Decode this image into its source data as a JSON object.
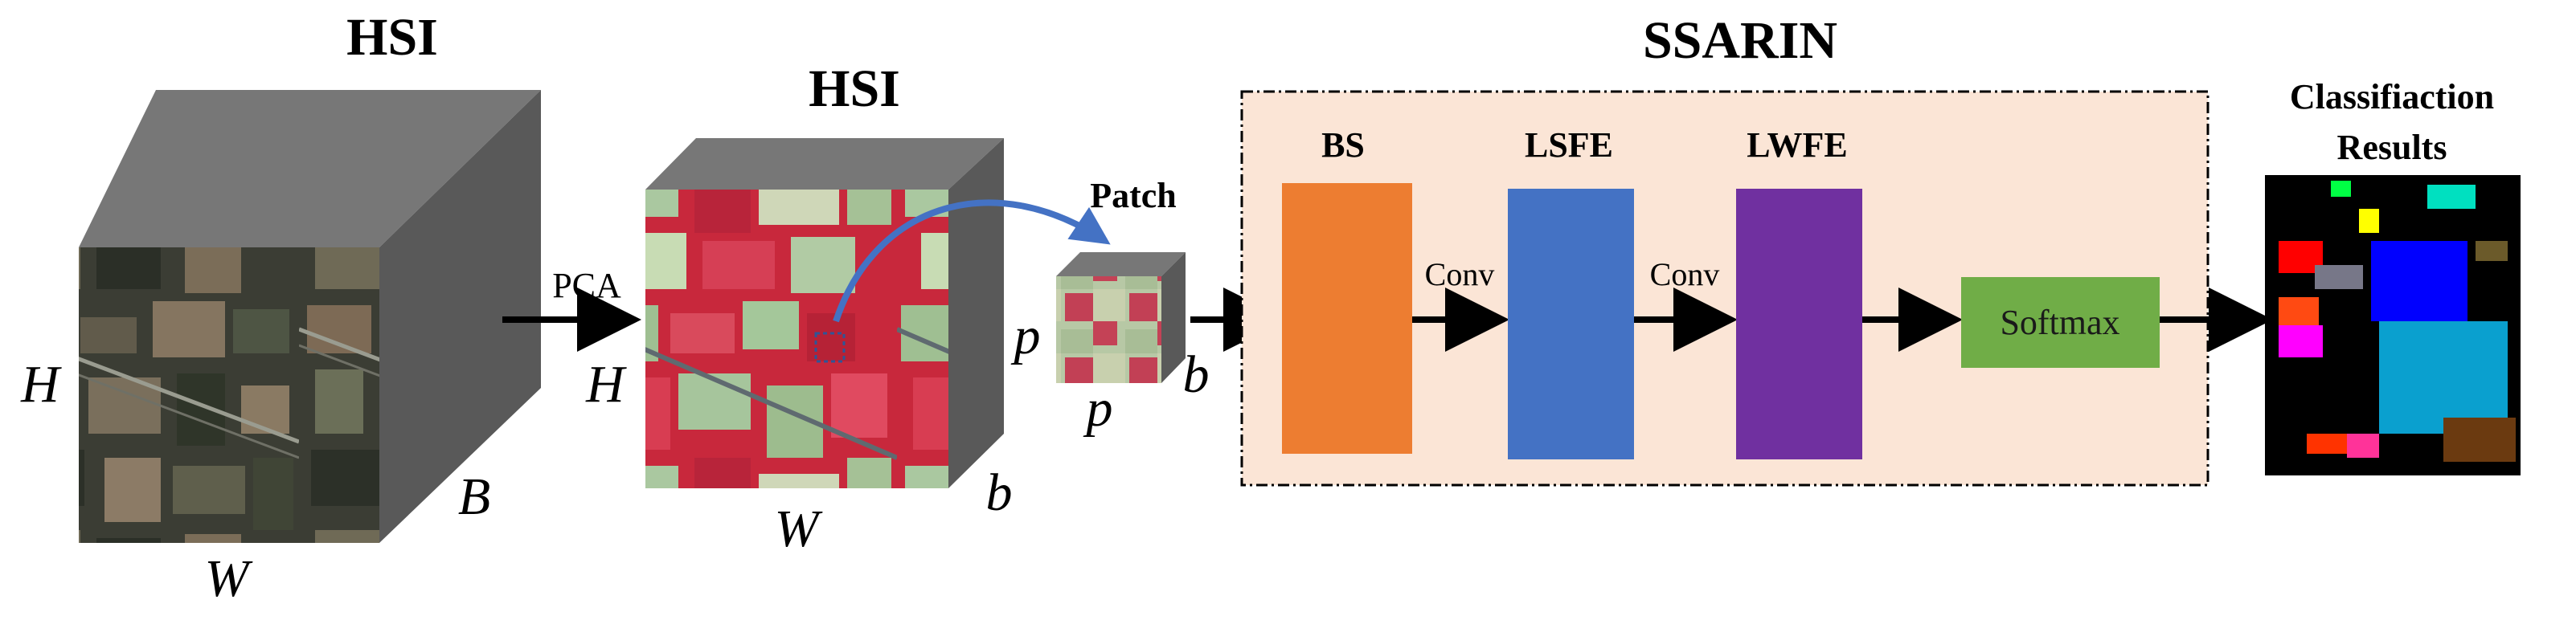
{
  "hsi_input": {
    "title": "HSI",
    "height_label": "H",
    "width_label": "W",
    "band_label": "B"
  },
  "pca_step": {
    "label": "PCA"
  },
  "hsi_reduced": {
    "title": "HSI",
    "height_label": "H",
    "width_label": "W",
    "band_label": "b"
  },
  "patch": {
    "title": "Patch",
    "side_label_left": "p",
    "side_label_bottom": "p",
    "band_label": "b"
  },
  "model": {
    "title": "SSARIN",
    "blocks": [
      {
        "label": "BS",
        "color": "#ED7D31"
      },
      {
        "label": "LSFE",
        "color": "#4472C4"
      },
      {
        "label": "LWFE",
        "color": "#7030A0"
      }
    ],
    "connectors": [
      "Conv",
      "Conv"
    ],
    "softmax": {
      "label": "Softmax",
      "color": "#70AD47"
    },
    "panel_color": "#FBE5D6"
  },
  "output": {
    "title_line1": "Classifiaction",
    "title_line2": "Results"
  }
}
